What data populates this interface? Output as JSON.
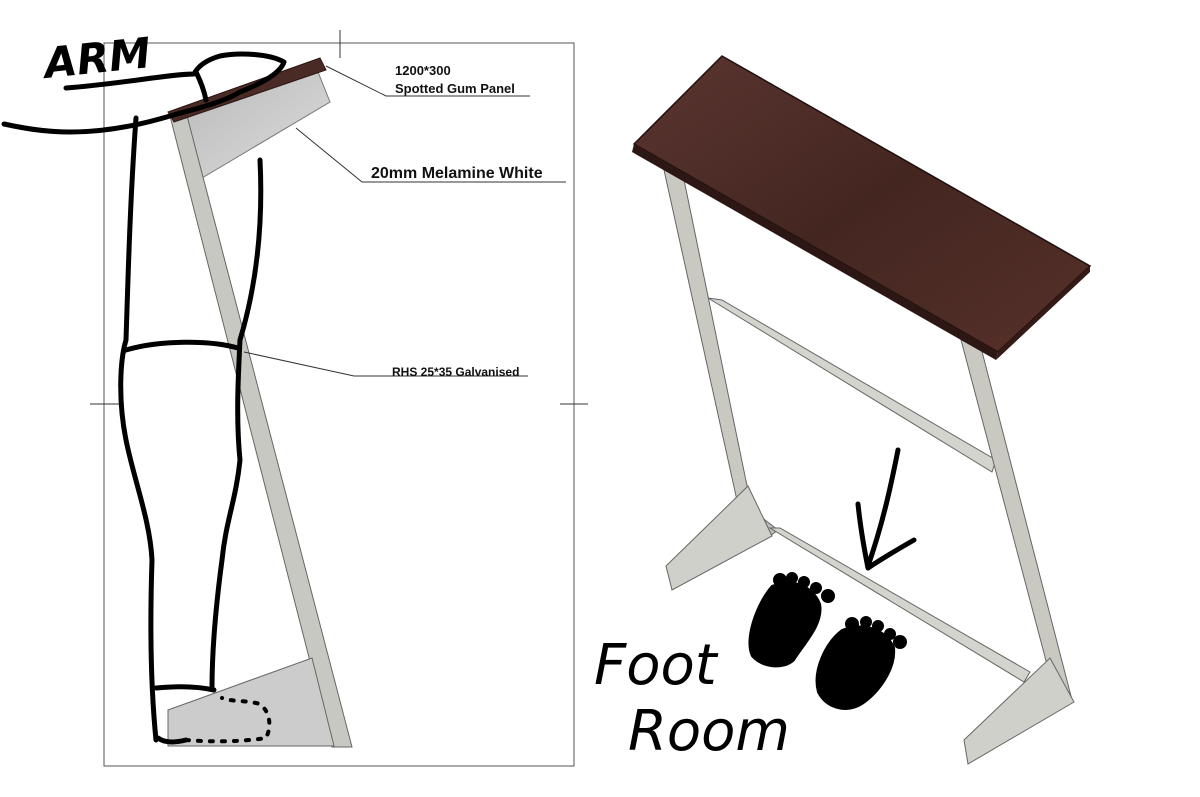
{
  "labels": {
    "panel_size": "1200*300",
    "panel_material": "Spotted Gum Panel",
    "shelf_material": "20mm Melamine White",
    "frame_material": "RHS 25*35 Galvanised"
  },
  "handwriting": {
    "arm": "ARM",
    "foot_line1": "Foot",
    "foot_line2": "Room"
  },
  "colors": {
    "timber": "#4a2a25",
    "frame": "#c9c9c2",
    "melamine": "#cfcfcf",
    "sketch": "#000000"
  },
  "icons": {
    "arrow": "down-left-arrow-icon",
    "footprints": "footprints-icon"
  }
}
